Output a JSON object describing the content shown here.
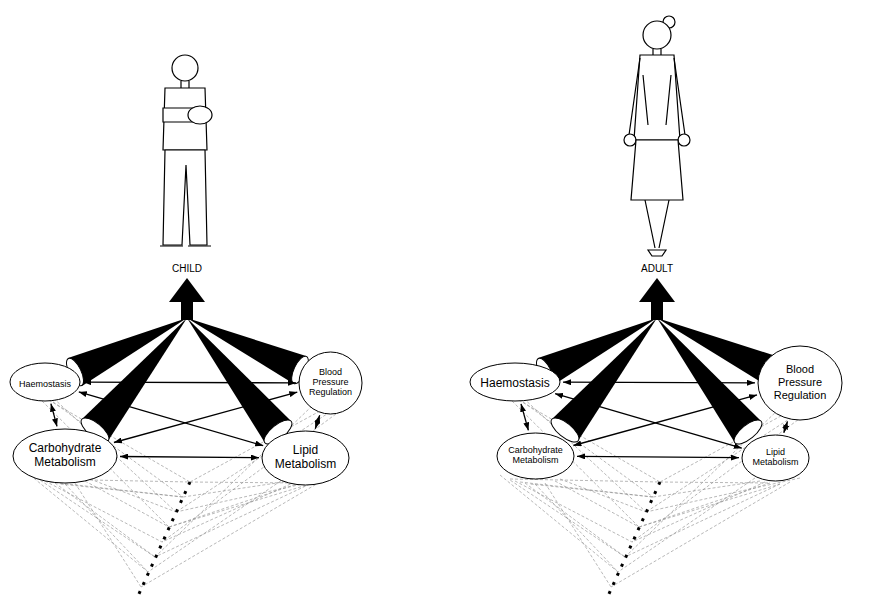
{
  "diagram": {
    "nodes": [
      {
        "text": [
          "Haemostasis"
        ]
      },
      {
        "text": [
          "Blood Pressure Regulation"
        ]
      },
      {
        "text": [
          "Carbohydrate Metabolism"
        ]
      },
      {
        "text": [
          "Lipid Metabolism"
        ]
      },
      {
        "text": [
          "Haemostasis"
        ]
      },
      {
        "text": [
          "Blood Pressure Regulation"
        ]
      },
      {
        "text": [
          "Carbohydrate Metabolism"
        ]
      },
      {
        "text": [
          "Lipid Metabolism"
        ]
      }
    ],
    "edges": [
      {
        "from": 0,
        "to": 1,
        "arrow": "both"
      },
      {
        "from": 0,
        "to": 2,
        "arrow": "both"
      },
      {
        "from": 0,
        "to": 3,
        "arrow": "both"
      },
      {
        "from": 1,
        "to": 2,
        "arrow": "both"
      },
      {
        "from": 1,
        "to": 3,
        "arrow": "both"
      },
      {
        "from": 2,
        "to": 3,
        "arrow": "both"
      },
      {
        "from": 4,
        "to": 5,
        "arrow": "both"
      },
      {
        "from": 4,
        "to": 6,
        "arrow": "both"
      },
      {
        "from": 4,
        "to": 7,
        "arrow": "both"
      },
      {
        "from": 5,
        "to": 6,
        "arrow": "both"
      },
      {
        "from": 5,
        "to": 7,
        "arrow": "both"
      },
      {
        "from": 6,
        "to": 7,
        "arrow": "both"
      }
    ],
    "labels": [
      "CHILD",
      "ADULT"
    ]
  }
}
